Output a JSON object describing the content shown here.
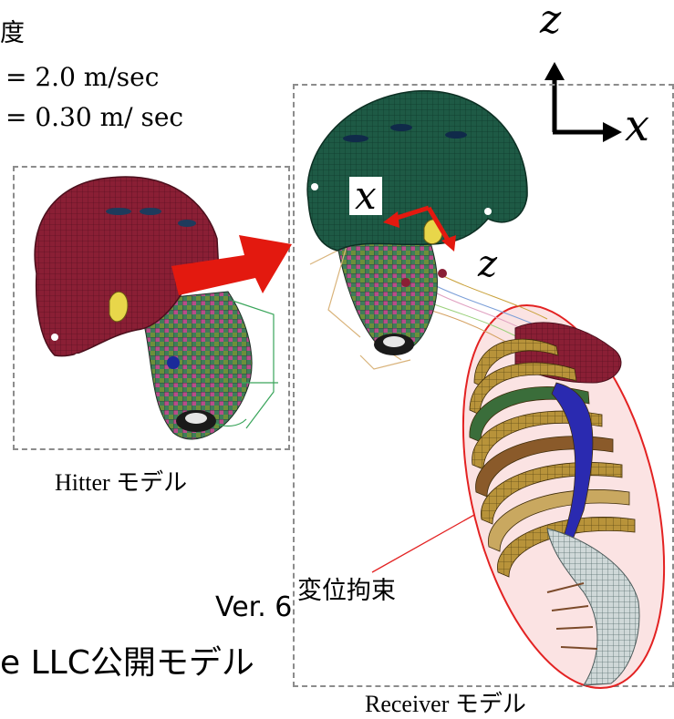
{
  "velocity": {
    "heading_fragment": "度",
    "line1": "= 2.0 m/sec",
    "line2": "= 0.30 m/ sec"
  },
  "axes_legend": {
    "z_label": "z",
    "x_label": "x"
  },
  "receiver_axes": {
    "x_label": "x",
    "z_label": "z"
  },
  "hitter": {
    "label": "Hitter モデル"
  },
  "receiver": {
    "label": "Receiver モデル"
  },
  "constraint": {
    "label": "変位拘束"
  },
  "footer": {
    "version": "Ver. 6",
    "source": "e LLC公開モデル"
  },
  "colors": {
    "hitter_helmet": "#8a1f35",
    "receiver_helmet": "#1e5a45",
    "impact_arrow": "#e3190f",
    "constraint_ellipse": "#e32222",
    "constraint_fill": "#fbe3e3",
    "dashed_box": "#8c8c8c"
  }
}
